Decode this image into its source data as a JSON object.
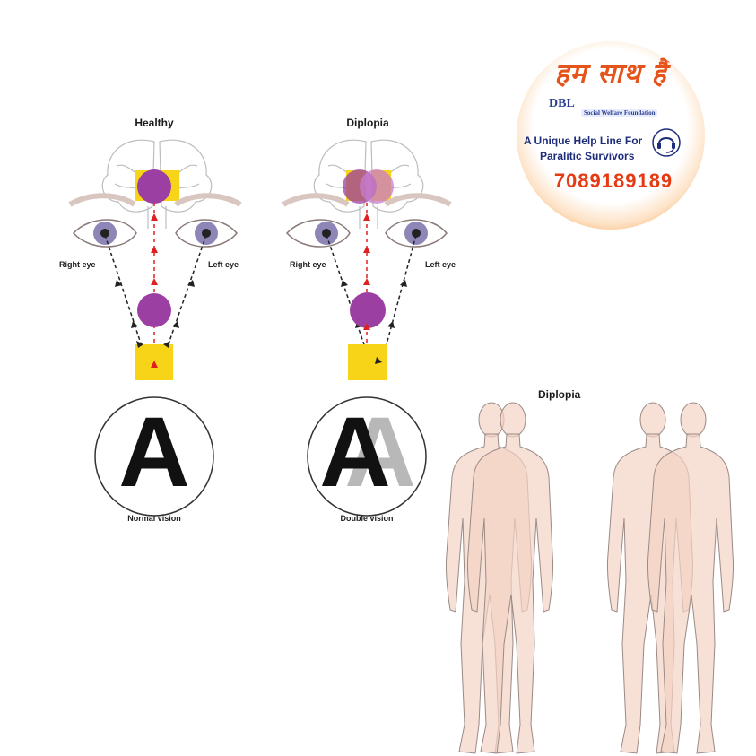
{
  "panels": {
    "healthy": {
      "title": "Healthy",
      "right_eye_label": "Right eye",
      "left_eye_label": "Left eye",
      "caption": "Normal vision",
      "letter": "A"
    },
    "diplopia": {
      "title": "Diplopia",
      "right_eye_label": "Right eye",
      "left_eye_label": "Left eye",
      "caption": "Double vision",
      "letter": "A",
      "ghost_letter": "A"
    }
  },
  "figures_title": "Diplopia",
  "logo": {
    "hindi_text": "हम साथ हैं",
    "dbl": "DBL",
    "foundation": "Social Welfare Foundation",
    "help_line_1": "A Unique Help Line For",
    "help_line_2": "Paralitic Survivors",
    "phone": "7089189189",
    "icon": "headset-icon"
  },
  "colors": {
    "purple": "#9b3fa3",
    "yellow": "#f7d417",
    "red_arrow": "#e02020",
    "skin": "#f4d3c4",
    "logo_orange": "#ee7a1a",
    "logo_blue": "#1e2d7a"
  }
}
